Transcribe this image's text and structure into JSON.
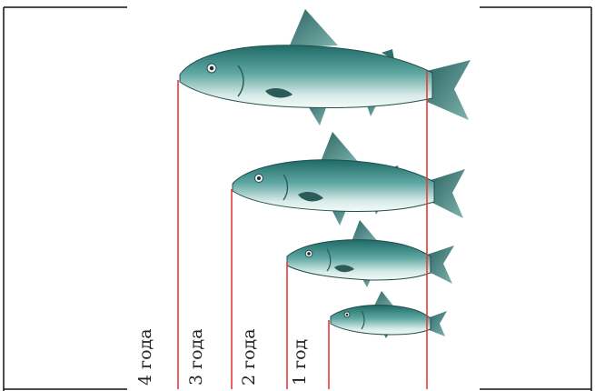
{
  "labels": {
    "age_4": "4 года",
    "age_3": "3 года",
    "age_2": "2 года",
    "age_1": "1 год"
  },
  "colors": {
    "guide_line": "#e23b3b",
    "fish_back": "#1f6f6c",
    "fish_belly": "#e9f4f2",
    "fin": "#2f6f6d",
    "frame": "#111111"
  }
}
